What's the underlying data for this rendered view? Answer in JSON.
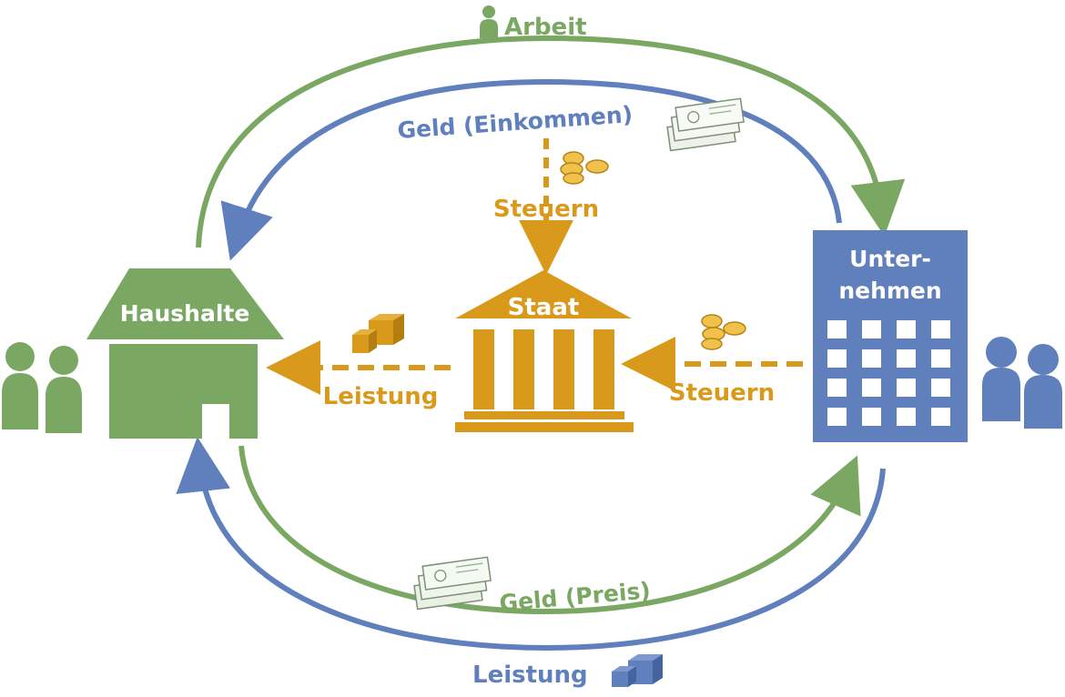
{
  "colors": {
    "green": "#7aa862",
    "blue": "#5f7fbd",
    "gold": "#d99a1c",
    "white": "#ffffff"
  },
  "nodes": {
    "households": "Haushalte",
    "firm_line1": "Unter-",
    "firm_line2": "nehmen",
    "state": "Staat"
  },
  "flows": {
    "labor": "Arbeit",
    "income": "Geld (Einkommen)",
    "price": "Geld (Preis)",
    "goods": "Leistung",
    "state_service": "Leistung",
    "tax_households": "Steuern",
    "tax_firms": "Steuern"
  },
  "icons": [
    "person-icon",
    "people-icon",
    "money-stack-icon",
    "coins-icon",
    "boxes-icon",
    "bank-building-icon",
    "house-icon",
    "office-building-icon"
  ]
}
